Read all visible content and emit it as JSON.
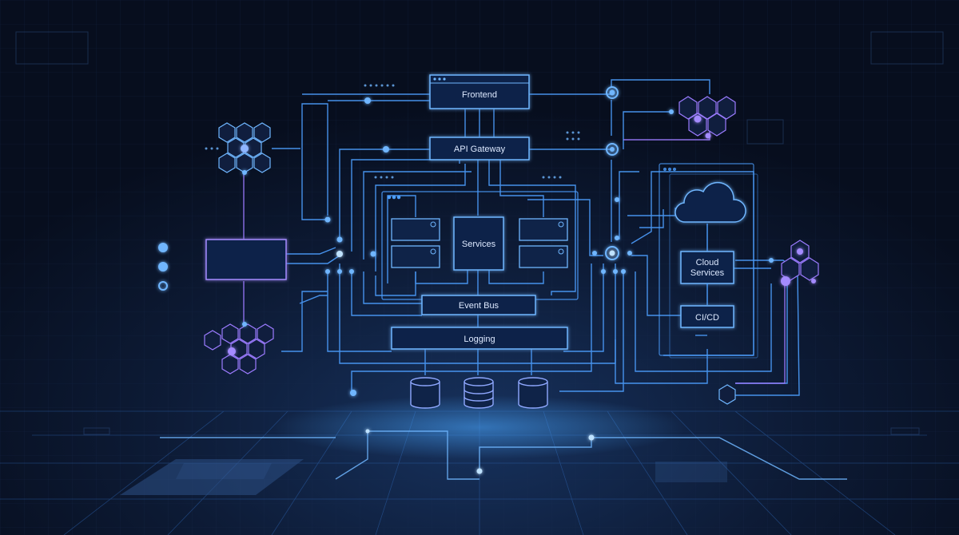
{
  "nodes": {
    "frontend": "Frontend",
    "api_gateway": "API Gateway",
    "services": "Services",
    "event_bus": "Event Bus",
    "logging": "Logging",
    "cloud_services_line1": "Cloud",
    "cloud_services_line2": "Services",
    "ci_cd": "CI/CD"
  },
  "colors": {
    "background": "#0a1428",
    "line_blue": "#4d9fff",
    "accent_violet": "#9b7bff",
    "glow": "#6fb6ff"
  },
  "icons": {
    "cloud": "cloud-icon",
    "database": "database-icon",
    "hexagon_cluster": "hexagon-cluster-icon",
    "gear": "gear-icon"
  }
}
